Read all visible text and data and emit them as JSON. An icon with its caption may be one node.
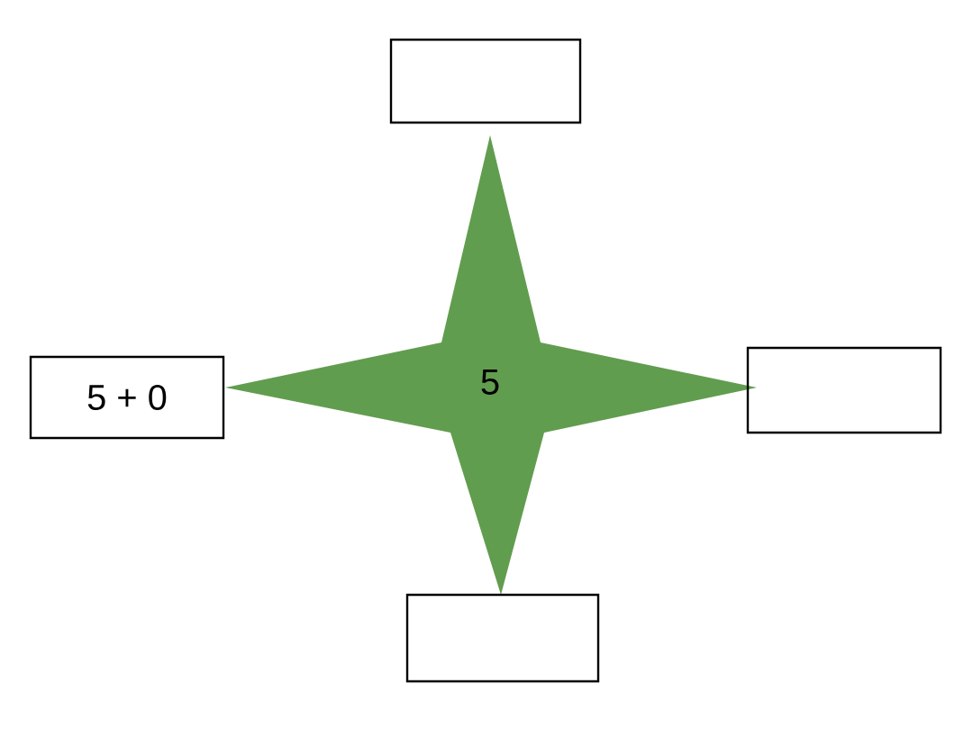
{
  "diagram": {
    "nodes": [
      {
        "text": [],
        "shape": "box"
      },
      {
        "text": [
          "5 + 0"
        ]
      },
      {
        "text": [
          "5"
        ]
      },
      {
        "text": [],
        "shape": "box"
      },
      {
        "text": [],
        "shape": "box"
      }
    ]
  }
}
